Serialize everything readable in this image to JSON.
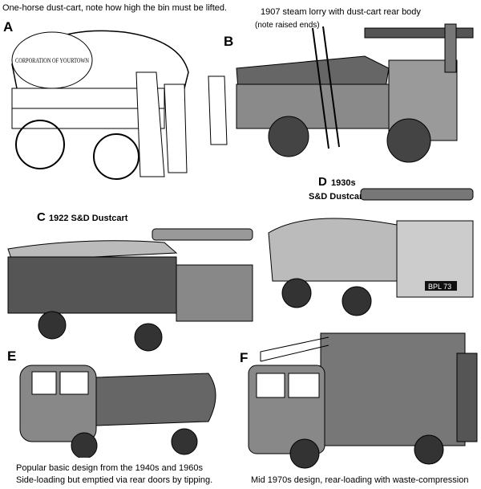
{
  "panels": {
    "a": {
      "letter": "A",
      "caption": "One-horse dust-cart, note how high the bin must be lifted.",
      "cart_lettering": "CORPORATION OF YOURTOWN"
    },
    "b": {
      "letter": "B",
      "caption": "1907 steam lorry with dust-cart rear body",
      "note": "(note raised ends)"
    },
    "c": {
      "letter": "C",
      "caption": "1922 S&D Dustcart"
    },
    "d": {
      "letter": "D",
      "caption_line1": "1930s",
      "caption_line2": "S&D Dustcart",
      "plate": "BPL 73"
    },
    "e": {
      "letter": "E",
      "caption_line1": "Popular basic design from the 1940s and 1960s",
      "caption_line2": "Side-loading but emptied via rear doors by tipping."
    },
    "f": {
      "letter": "F",
      "caption": "Mid 1970s design, rear-loading with waste-compression"
    }
  },
  "colors": {
    "body": "#8a8a8a",
    "dark": "#3a3a3a",
    "light": "#c8c8c8"
  }
}
